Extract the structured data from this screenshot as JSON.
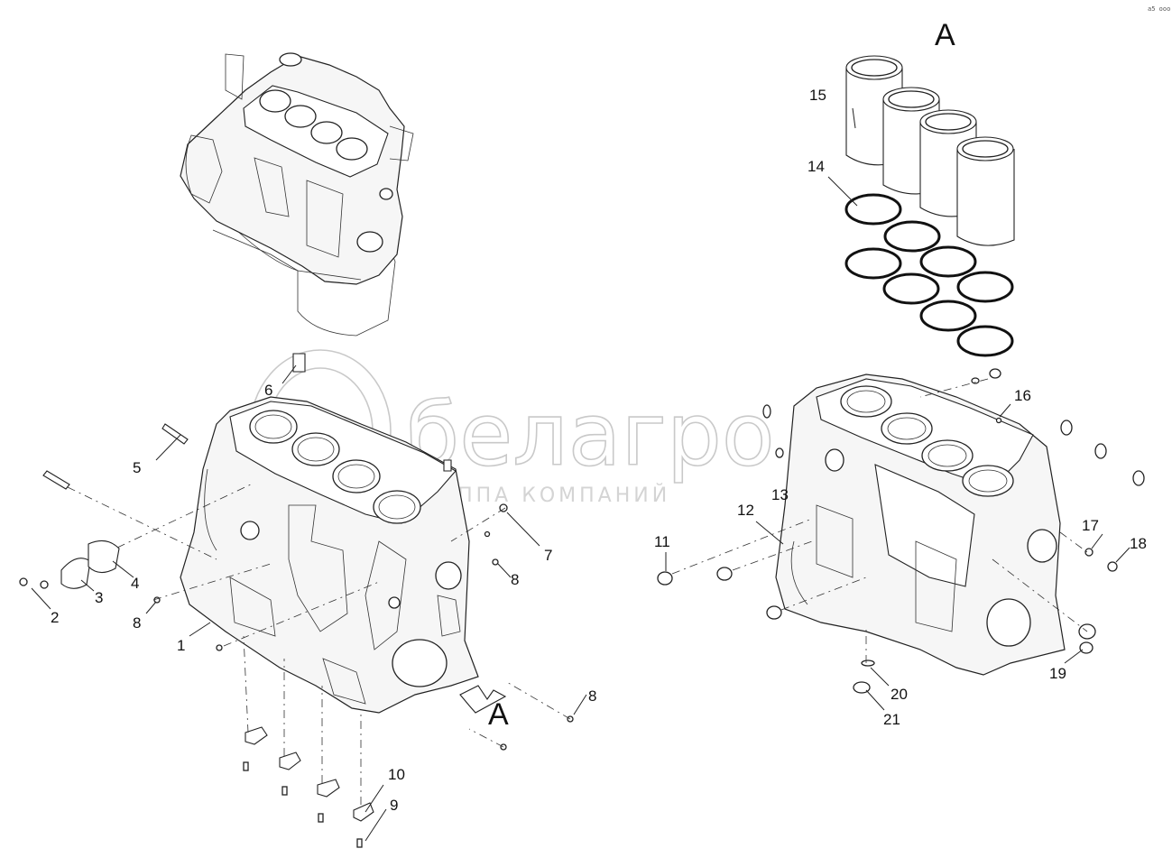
{
  "watermark": {
    "brand": "белагро",
    "subtitle": "ГРУППА КОМПАНИЙ"
  },
  "corner_code": "a5 ooo",
  "view_marker": {
    "top_right": "A",
    "arrow_label": "A"
  },
  "callouts": {
    "c1": "1",
    "c2": "2",
    "c3": "3",
    "c4": "4",
    "c5": "5",
    "c6": "6",
    "c7": "7",
    "c8a": "8",
    "c8b": "8",
    "c8c": "8",
    "c9": "9",
    "c10": "10",
    "c11": "11",
    "c12": "12",
    "c13": "13",
    "c14": "14",
    "c15": "15",
    "c16": "16",
    "c17": "17",
    "c18": "18",
    "c19": "19",
    "c20": "20",
    "c21": "21"
  }
}
